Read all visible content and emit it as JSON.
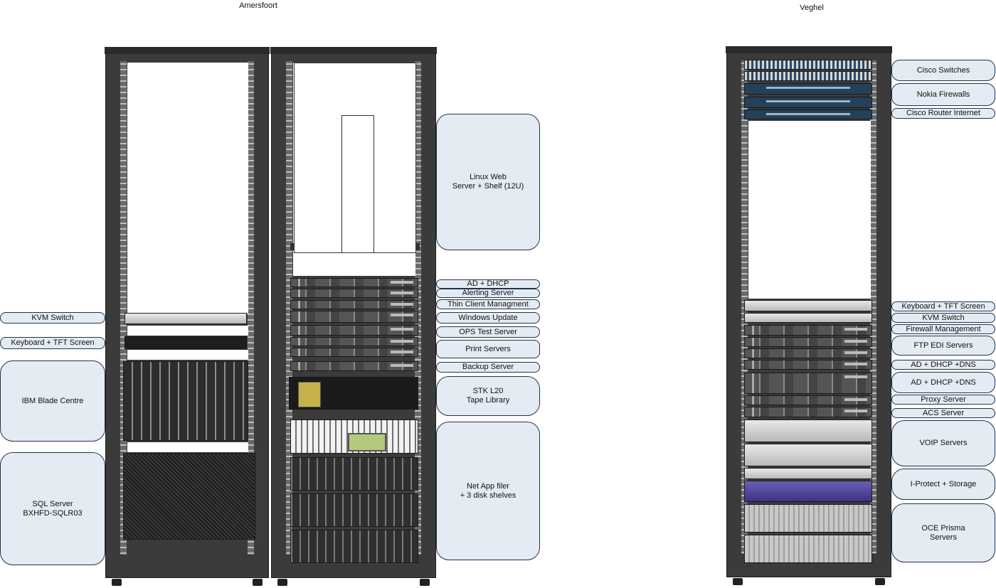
{
  "sites": {
    "left": "Amersfoort",
    "right": "Veghel"
  },
  "amersfoort_labels": {
    "kvm_switch": "KVM Switch",
    "keyboard_tft": "Keyboard + TFT Screen",
    "ibm_blade": "IBM Blade Centre",
    "sql_server": "SQL Server\nBXHFD-SQLR03",
    "linux_web": "Linux Web\nServer + Shelf (12U)",
    "ad_dhcp": "AD + DHCP",
    "alerting": "Alerting Server",
    "thin_client": "Thin Client Managment",
    "windows_update": "Windows Update",
    "ops_test": "OPS Test Server",
    "print_servers": "Print Servers",
    "backup_server": "Backup Server",
    "stk_l20": "STK L20\nTape Library",
    "netapp": "Net App filer\n+ 3 disk shelves"
  },
  "veghel_labels": {
    "cisco_switches": "Cisco Switches",
    "nokia_firewalls": "Nokia Firewalls",
    "cisco_router": "Cisco Router Internet",
    "keyboard_tft": "Keyboard + TFT Screen",
    "kvm_switch": "KVM Switch",
    "firewall_mgmt": "Firewall Management",
    "ftp_edi": "FTP EDI Servers",
    "ad_dhcp_dns_1": "AD + DHCP +DNS",
    "ad_dhcp_dns_2": "AD + DHCP +DNS",
    "proxy": "Proxy Server",
    "acs": "ACS Server",
    "voip": "VOIP Servers",
    "iprotect": "I-Protect + Storage",
    "oce_prisma": "OCE Prisma\nServers"
  }
}
